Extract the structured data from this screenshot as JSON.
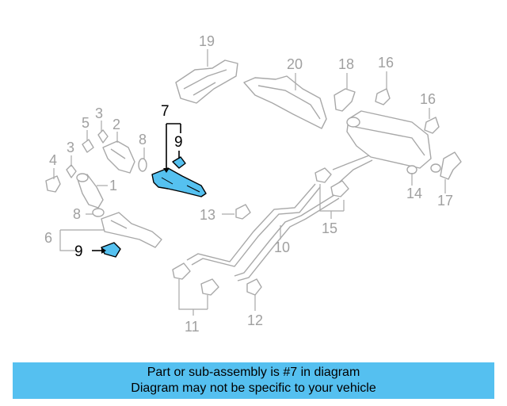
{
  "labels": {
    "l1": "1",
    "l2": "2",
    "l3a": "3",
    "l3b": "3",
    "l4": "4",
    "l5": "5",
    "l6": "6",
    "l7": "7",
    "l8a": "8",
    "l8b": "8",
    "l9a": "9",
    "l9b": "9",
    "l10": "10",
    "l11": "11",
    "l12": "12",
    "l13": "13",
    "l14": "14",
    "l15": "15",
    "l16a": "16",
    "l16b": "16",
    "l17": "17",
    "l18": "18",
    "l19": "19",
    "l20": "20"
  },
  "highlight_color": "#55c1f0",
  "banner": {
    "line1": "Part or sub-assembly is #7 in diagram",
    "line2": "Diagram may not be specific to your vehicle",
    "color": "#55c0f0"
  }
}
